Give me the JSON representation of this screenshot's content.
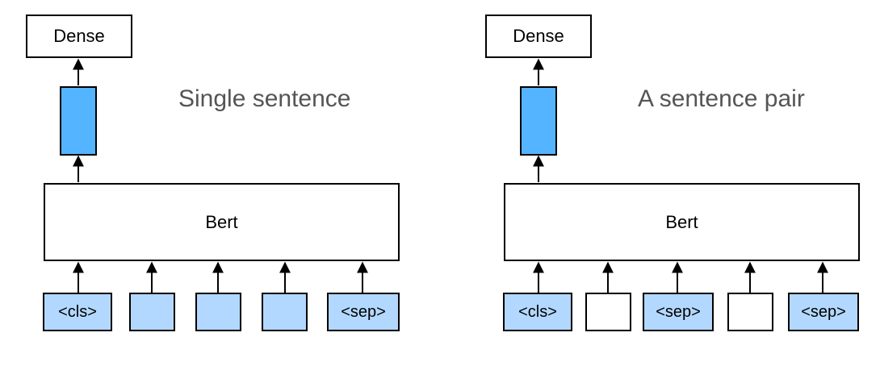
{
  "colors": {
    "vector": "#55B4FF",
    "token_light": "#B3D8FF",
    "stroke": "#000000",
    "title_text": "#555555"
  },
  "left": {
    "title": "Single sentence",
    "dense_label": "Dense",
    "bert_label": "Bert",
    "tokens": [
      {
        "label": "<cls>",
        "fill": "light"
      },
      {
        "label": "",
        "fill": "light"
      },
      {
        "label": "",
        "fill": "light"
      },
      {
        "label": "",
        "fill": "light"
      },
      {
        "label": "<sep>",
        "fill": "light"
      }
    ]
  },
  "right": {
    "title": "A sentence pair",
    "dense_label": "Dense",
    "bert_label": "Bert",
    "tokens": [
      {
        "label": "<cls>",
        "fill": "light"
      },
      {
        "label": "",
        "fill": "white"
      },
      {
        "label": "<sep>",
        "fill": "light"
      },
      {
        "label": "",
        "fill": "white"
      },
      {
        "label": "<sep>",
        "fill": "light"
      }
    ]
  }
}
